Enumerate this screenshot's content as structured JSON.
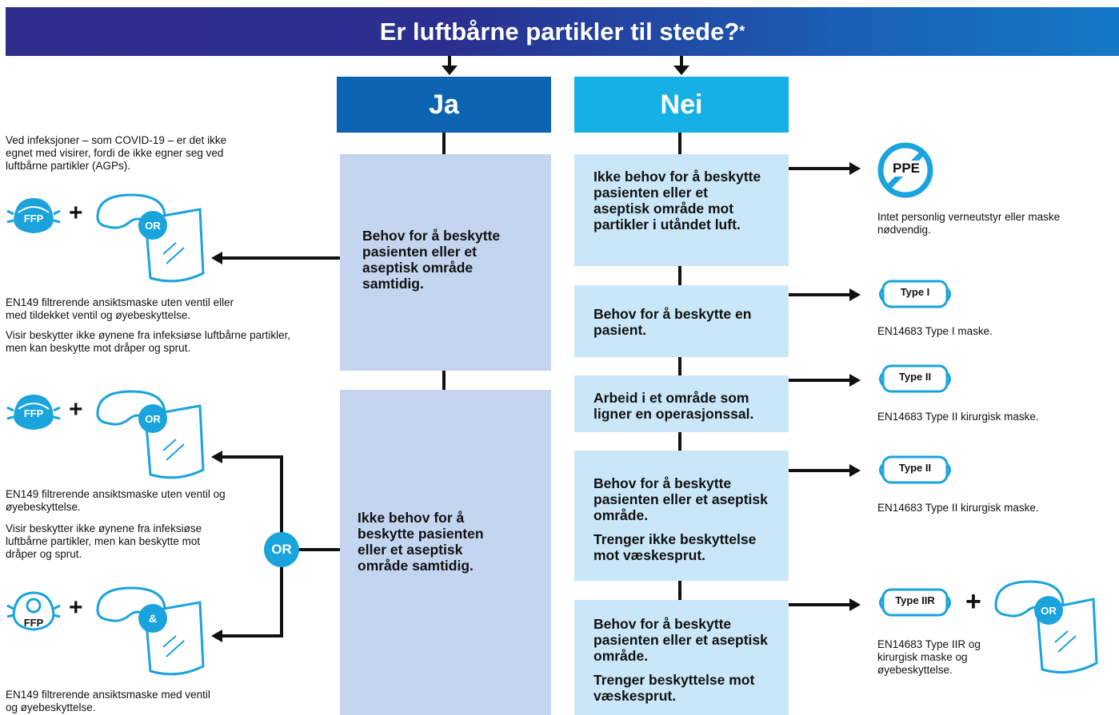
{
  "header": {
    "title": "Er luftbårne partikler til stede?",
    "footnote_mark": "*"
  },
  "ja": {
    "label": "Ja",
    "box1": "Behov for å beskytte pasienten eller et aseptisk område samtidig.",
    "box2": "Ikke behov for å beskytte pasienten eller et aseptisk område samtidig."
  },
  "nei": {
    "label": "Nei",
    "box1": "Ikke behov for å beskytte pasienten eller et aseptisk område mot partikler i utåndet luft.",
    "box2": "Behov for å beskytte en pasient.",
    "box3": "Arbeid i et område som ligner en operasjonssal.",
    "box4a": "Behov for å beskytte pasienten eller et aseptisk område.",
    "box4b": "Trenger ikke beskyttelse mot væskesprut.",
    "box5a": "Behov for å beskytte pasienten eller et aseptisk område.",
    "box5b": "Trenger beskyttelse mot væskesprut."
  },
  "left": {
    "intro": "Ved infeksjoner – som COVID-19 – er det ikke egnet med visirer, fordi de ikke egner seg ved luftbårne partikler (AGPs).",
    "desc1a": "EN149 filtrerende ansiktsmaske uten ventil eller med tildekket ventil og øyebeskyttelse.",
    "desc1b": "Visir beskytter ikke øynene fra infeksiøse luftbårne partikler, men kan beskytte mot dråper og sprut.",
    "desc2a": "EN149 filtrerende ansiktsmaske uten ventil og øyebeskyttelse.",
    "desc2b": "Visir beskytter ikke øynene fra infeksiøse luftbårne partikler, men kan beskytte mot dråper og sprut.",
    "desc3": "EN149 filtrerende ansiktsmaske med ventil og øyebeskyttelse."
  },
  "right": {
    "ppe_label": "PPE",
    "desc1": "Intet personlig verneutstyr eller maske nødvendig.",
    "mask1": "Type I",
    "desc2": "EN14683 Type I maske.",
    "mask2": "Type II",
    "desc3": "EN14683 Type II kirurgisk maske.",
    "mask3": "Type II",
    "desc4": "EN14683 Type II kirurgisk maske.",
    "mask4": "Type IIR",
    "desc5": "EN14683 Type IIR og kirurgisk maske og øyebeskyttelse."
  },
  "icons": {
    "ffp": "FFP",
    "or": "OR",
    "and": "&",
    "plus": "+",
    "or_connector": "OR"
  },
  "colors": {
    "accent": "#1aa3dd",
    "ja": "#0b63b1",
    "nei": "#16b0e6",
    "ja_box": "#c4d5ef",
    "nei_box": "#c9e7f8"
  }
}
